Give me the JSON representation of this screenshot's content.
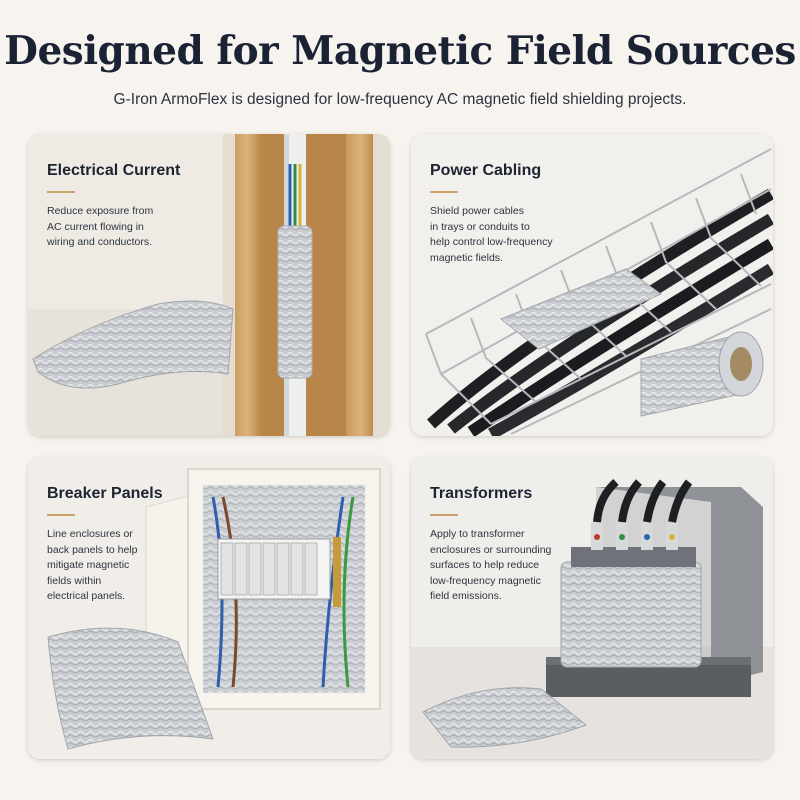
{
  "header": {
    "title": "Designed for Magnetic Field Sources",
    "subtitle": "G-Iron ArmoFlex is designed for low-frequency AC magnetic field shielding projects."
  },
  "cards": [
    {
      "title": "Electrical Current",
      "lines": [
        "Reduce exposure from",
        "AC current flowing in",
        "wiring and conductors."
      ]
    },
    {
      "title": "Power Cabling",
      "lines": [
        "Shield power cables",
        "in trays or conduits to",
        "help control low-frequency",
        "magnetic fields."
      ]
    },
    {
      "title": "Breaker Panels",
      "lines": [
        "Line enclosures or",
        "back panels to help",
        "mitigate magnetic",
        "fields within",
        "electrical panels."
      ]
    },
    {
      "title": "Transformers",
      "lines": [
        "Apply to transformer",
        "enclosures or surrounding",
        "surfaces to help reduce",
        "low-frequency magnetic",
        "field emissions."
      ]
    }
  ],
  "colors": {
    "accent_rule": "#c9a36a",
    "foil": "#c8cbcf",
    "background": "#f7f4ef"
  }
}
